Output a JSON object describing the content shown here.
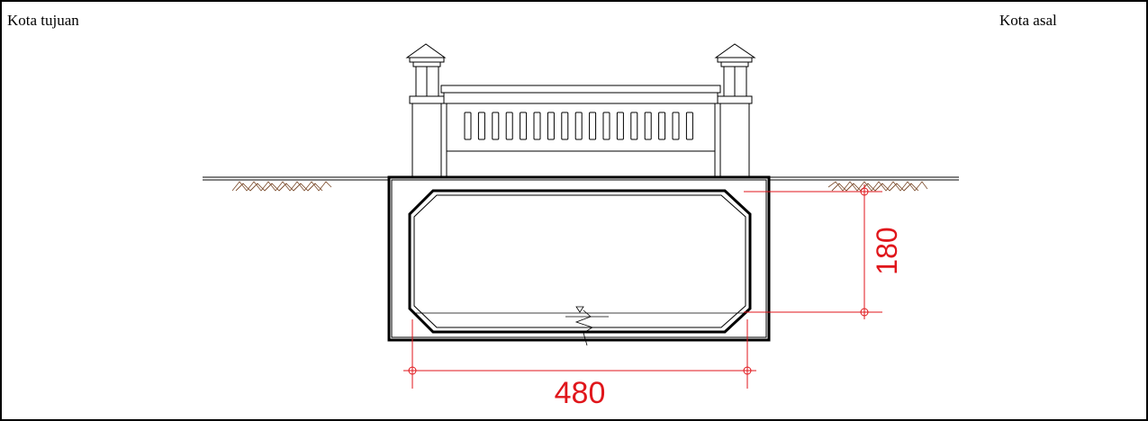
{
  "labels": {
    "left": "Kota tujuan",
    "right": "Kota asal"
  },
  "dimensions": {
    "width": "480",
    "height": "180"
  },
  "colors": {
    "line": "#000000",
    "dimension": "#e0161b",
    "hatch": "#7a4a2a"
  }
}
